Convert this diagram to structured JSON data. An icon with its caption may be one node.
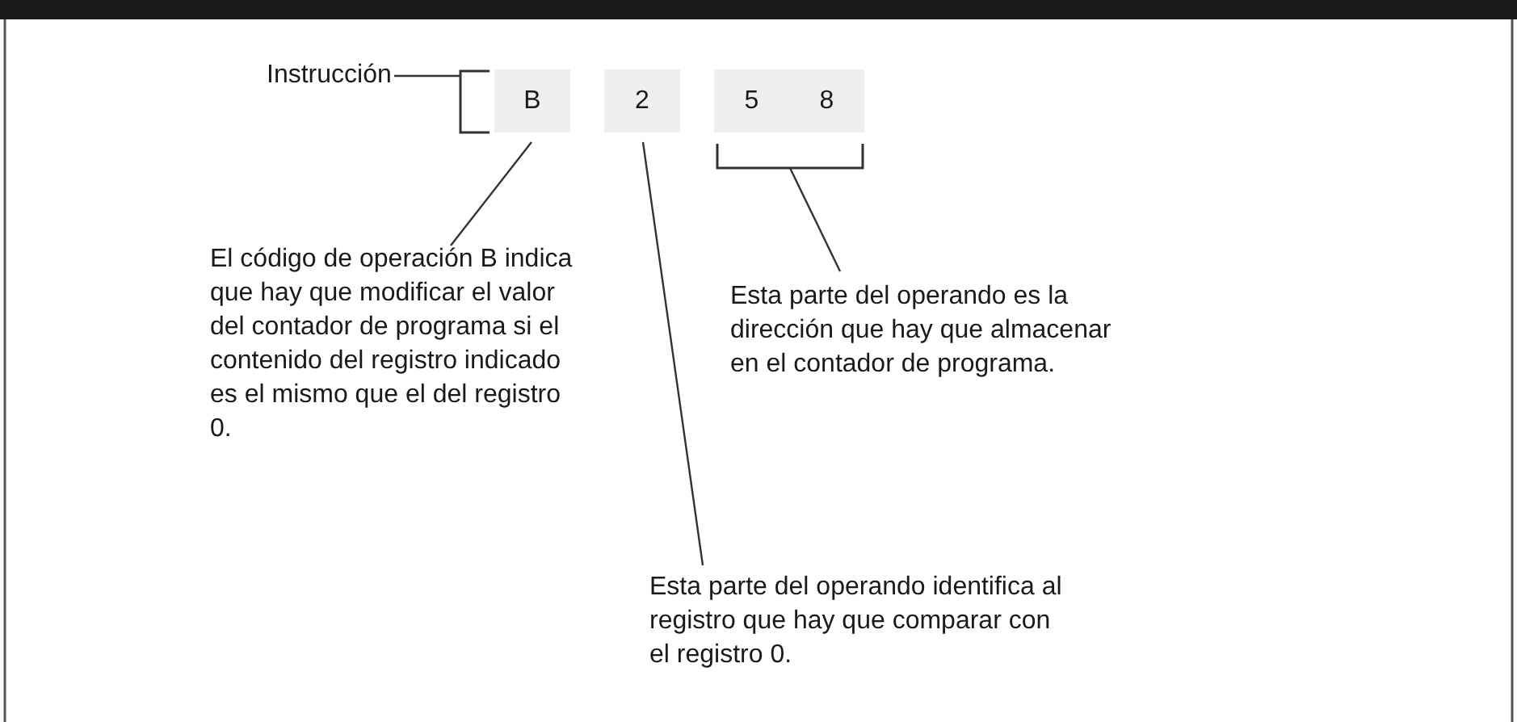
{
  "diagram": {
    "nodes": [
      {
        "text": [
          "Instrucción"
        ]
      },
      {
        "text": [
          "B"
        ]
      },
      {
        "text": [
          "2"
        ]
      },
      {
        "text": [
          "5",
          "8"
        ]
      },
      {
        "text": [
          "El código de operación B indica que hay que modificar el valor del contador de programa si el contenido del registro indicado es el mismo que el del registro 0."
        ]
      },
      {
        "text": [
          "Esta parte del operando es la dirección que hay que almacenar en el contador de programa."
        ]
      },
      {
        "text": [
          "Esta parte del operando identifica al registro que hay que comparar con el registro 0."
        ]
      }
    ],
    "edges": [
      {
        "from": 0,
        "to": 1,
        "arrow": "none"
      },
      {
        "from": 4,
        "to": 1,
        "arrow": "none"
      },
      {
        "from": 5,
        "to": 3,
        "arrow": "none"
      },
      {
        "from": 6,
        "to": 2,
        "arrow": "none"
      }
    ]
  }
}
